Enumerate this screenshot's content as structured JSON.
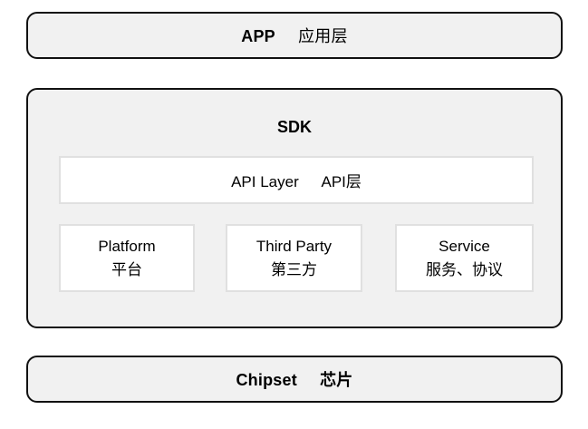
{
  "diagram": {
    "app_layer": {
      "en": "APP",
      "zh": "应用层"
    },
    "sdk": {
      "title": "SDK",
      "api_layer": {
        "en": "API Layer",
        "zh": "API层"
      },
      "modules": [
        {
          "en": "Platform",
          "zh": "平台"
        },
        {
          "en": "Third Party",
          "zh": "第三方"
        },
        {
          "en": "Service",
          "zh": "服务、协议"
        }
      ]
    },
    "chipset_layer": {
      "en": "Chipset",
      "zh": "芯片"
    }
  },
  "colors": {
    "background": "#ffffff",
    "layer_fill": "#f1f1f1",
    "layer_border": "#111111",
    "inner_fill": "#ffffff",
    "inner_border": "#e0e0e0",
    "text": "#000000"
  }
}
